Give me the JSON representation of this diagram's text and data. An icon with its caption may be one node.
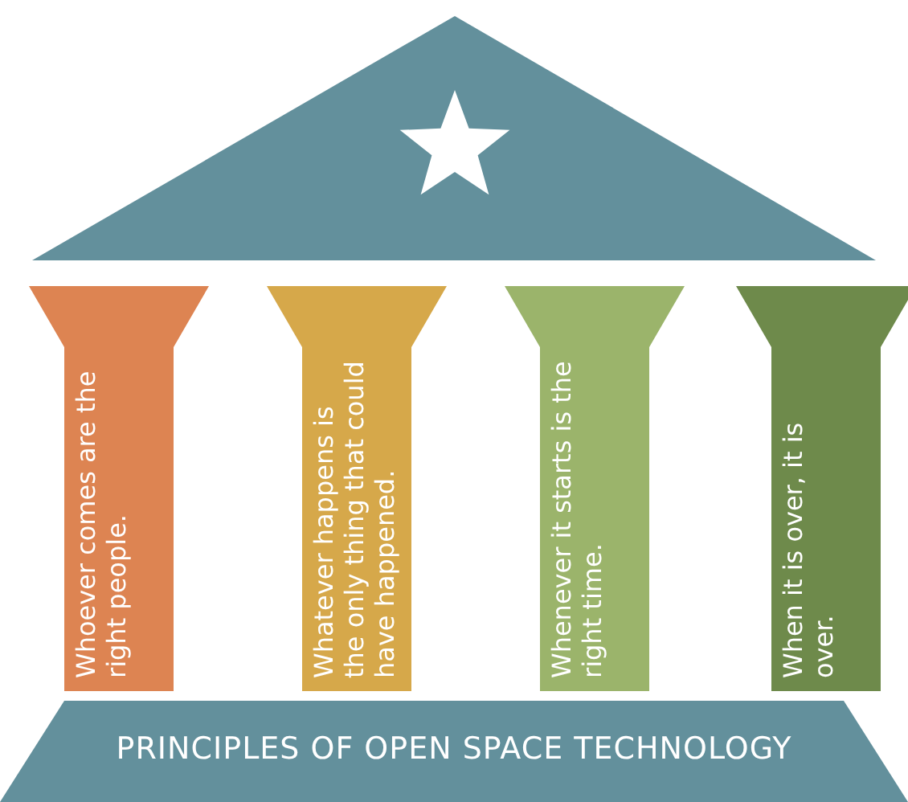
{
  "diagram": {
    "nodes": [
      {
        "text": [
          "Whoever comes are the right people."
        ]
      },
      {
        "text": [
          "Whatever happens is the only thing that could have happened."
        ]
      },
      {
        "text": [
          "Whenever it starts is the right time."
        ]
      },
      {
        "text": [
          "When it is over, it is over."
        ]
      },
      {
        "text": [
          "PRINCIPLES OF OPEN SPACE TECHNOLOGY"
        ]
      }
    ]
  }
}
